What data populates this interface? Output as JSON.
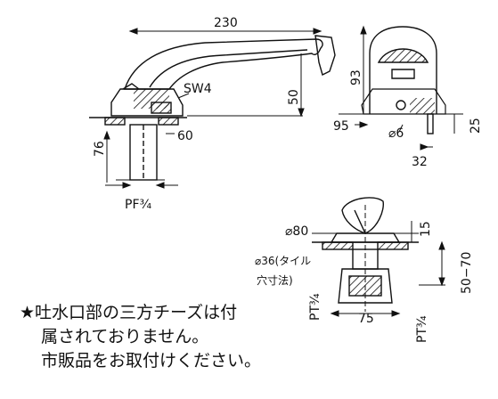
{
  "side_view": {
    "length": "230",
    "wrench": "SW4",
    "height": "50",
    "base_width": "60",
    "shank_length": "76",
    "pipe_thread": "PF³⁄₄"
  },
  "front_view": {
    "height": "93",
    "base_width": "95",
    "hole_dia": "⌀6",
    "offset": "32",
    "depth": "25"
  },
  "valve_view": {
    "flange_dia": "⌀80",
    "top_height": "15",
    "hole_label_1": "⌀36(タイル",
    "hole_label_2": "穴寸法)",
    "range": "50−70",
    "left_thread": "PT³⁄₄",
    "width": "75",
    "bottom_thread": "PT³⁄₄"
  },
  "note": {
    "line1": "★吐水口部の三方チーズは付",
    "line2": "属されておりません。",
    "line3": "市販品をお取付けください。"
  }
}
